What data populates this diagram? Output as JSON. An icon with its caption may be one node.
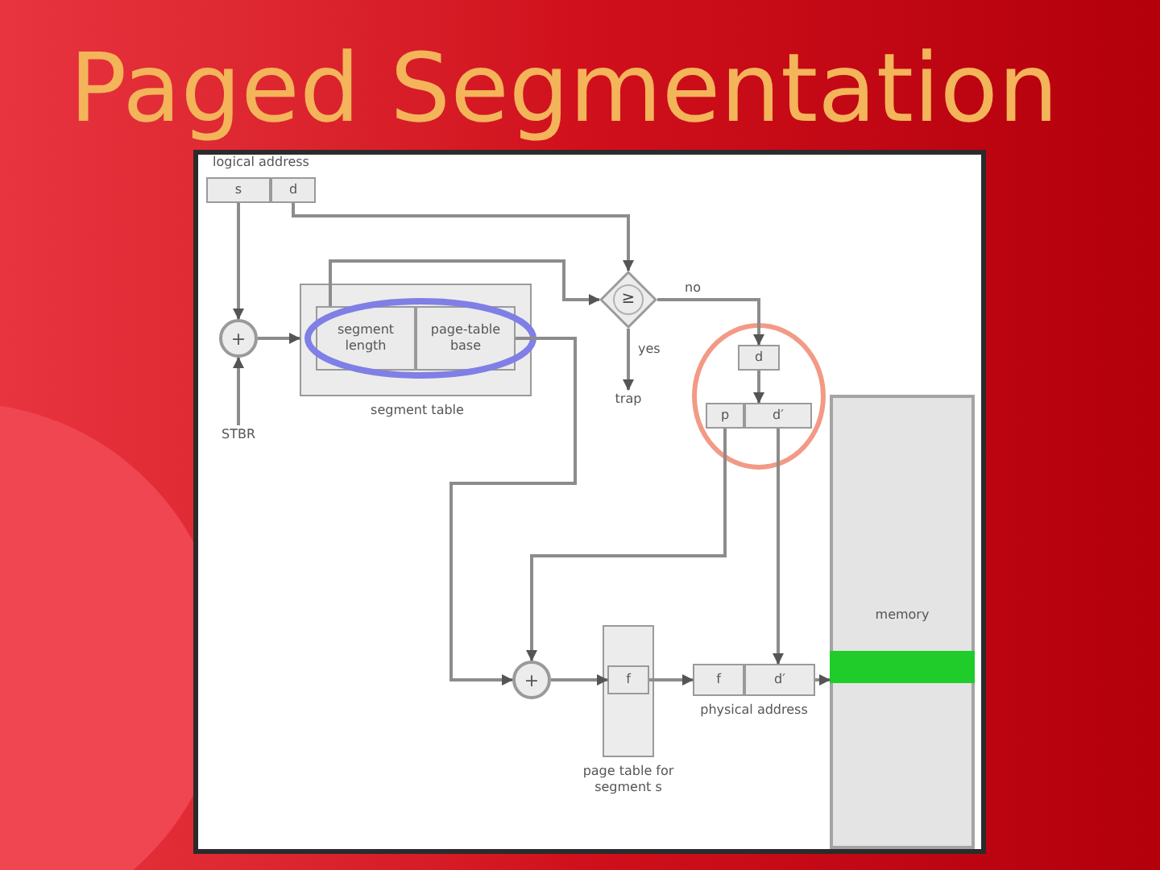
{
  "diagram": {
    "title": "Paged Segmentation",
    "nodes": [
      {
        "text": [
          "logical address"
        ]
      },
      {
        "text": [
          "s"
        ],
        "in": 0
      },
      {
        "text": [
          "d"
        ],
        "in": 0
      },
      {
        "text": [
          "STBR"
        ]
      },
      {
        "text": [
          "+"
        ]
      },
      {
        "text": [
          "segment table"
        ]
      },
      {
        "text": [
          "segment length"
        ],
        "in": 5
      },
      {
        "text": [
          "page-table base"
        ],
        "in": 5
      },
      {
        "text": [
          "≥"
        ]
      },
      {
        "text": [
          "trap"
        ]
      },
      {
        "text": [
          "d"
        ]
      },
      {
        "text": [],
        "shape": "box"
      },
      {
        "text": [
          "p"
        ],
        "in": 11
      },
      {
        "text": [
          "d′"
        ],
        "in": 11
      },
      {
        "text": [
          "+"
        ]
      },
      {
        "text": [
          "page table for segment s"
        ]
      },
      {
        "text": [
          "f"
        ],
        "in": 15
      },
      {
        "text": [
          "physical address"
        ]
      },
      {
        "text": [
          "f"
        ],
        "in": 17
      },
      {
        "text": [
          "d′"
        ],
        "in": 17
      },
      {
        "text": [
          "memory"
        ]
      },
      {
        "text": [],
        "shape": "bar",
        "in": 20
      }
    ],
    "edges": [
      {
        "from": 1,
        "to": 4,
        "arrow": "to"
      },
      {
        "from": 3,
        "to": 4,
        "arrow": "to"
      },
      {
        "from": 4,
        "to": 5,
        "arrow": "to"
      },
      {
        "from": 2,
        "to": 8,
        "arrow": "to"
      },
      {
        "from": 6,
        "to": 8,
        "arrow": "to"
      },
      {
        "from": 8,
        "to": 9,
        "arrow": "to",
        "label": "yes"
      },
      {
        "from": 8,
        "to": 10,
        "arrow": "to",
        "label": "no"
      },
      {
        "from": 10,
        "to": 11,
        "arrow": "to"
      },
      {
        "from": 7,
        "to": 14,
        "arrow": "to"
      },
      {
        "from": 12,
        "to": 14,
        "arrow": "to"
      },
      {
        "from": 14,
        "to": 16,
        "arrow": "to"
      },
      {
        "from": 16,
        "to": 18,
        "arrow": "to"
      },
      {
        "from": 13,
        "to": 19,
        "arrow": "to"
      },
      {
        "from": 17,
        "to": 21,
        "arrow": "to"
      }
    ]
  }
}
